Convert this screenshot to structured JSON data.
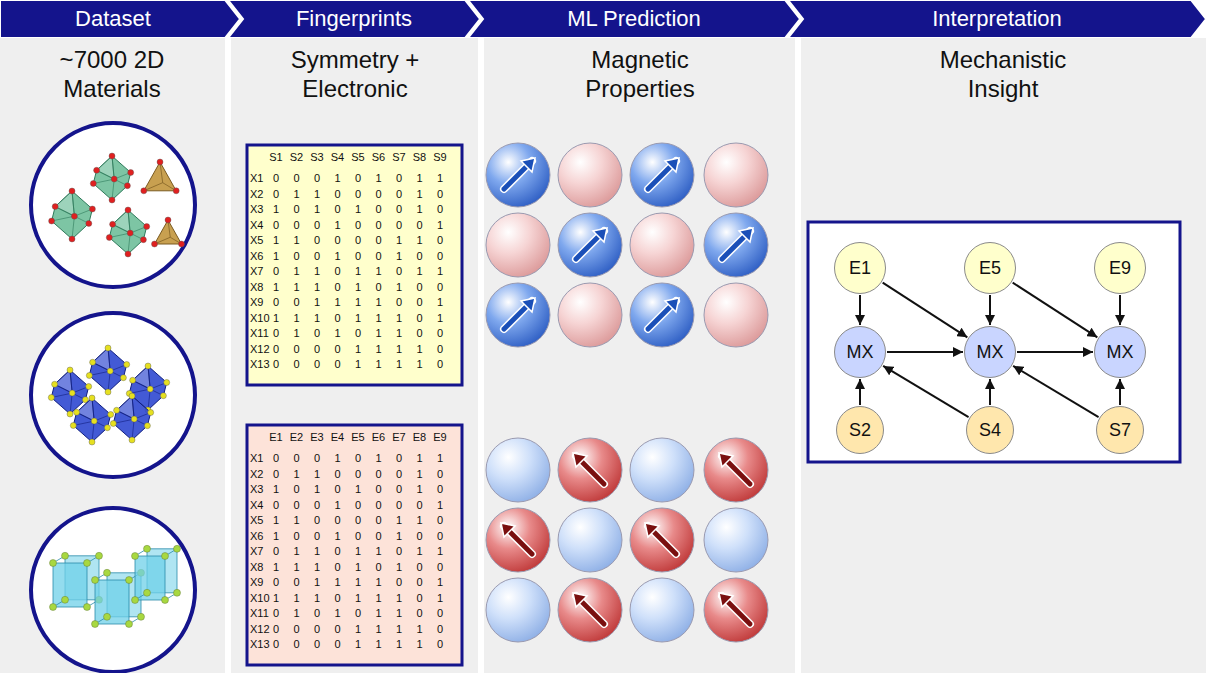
{
  "diagram": {
    "nodes": [
      {
        "text": [
          "Dataset"
        ]
      },
      {
        "text": [
          "Fingerprints"
        ]
      },
      {
        "text": [
          "ML Prediction"
        ]
      },
      {
        "text": [
          "Interpretation"
        ]
      },
      {
        "text": [
          "E1"
        ]
      },
      {
        "text": [
          "E5"
        ]
      },
      {
        "text": [
          "E9"
        ]
      },
      {
        "text": [
          "MX"
        ]
      },
      {
        "text": [
          "MX"
        ]
      },
      {
        "text": [
          "MX"
        ]
      },
      {
        "text": [
          "S2"
        ]
      },
      {
        "text": [
          "S4"
        ]
      },
      {
        "text": [
          "S7"
        ]
      }
    ],
    "edges": [
      {
        "from": 4,
        "to": 7,
        "arrow": "to"
      },
      {
        "from": 4,
        "to": 8,
        "arrow": "to"
      },
      {
        "from": 5,
        "to": 8,
        "arrow": "to"
      },
      {
        "from": 5,
        "to": 9,
        "arrow": "to"
      },
      {
        "from": 6,
        "to": 9,
        "arrow": "to"
      },
      {
        "from": 7,
        "to": 8,
        "arrow": "to"
      },
      {
        "from": 8,
        "to": 9,
        "arrow": "to"
      },
      {
        "from": 10,
        "to": 7,
        "arrow": "to"
      },
      {
        "from": 11,
        "to": 7,
        "arrow": "to"
      },
      {
        "from": 11,
        "to": 8,
        "arrow": "to"
      },
      {
        "from": 12,
        "to": 8,
        "arrow": "to"
      },
      {
        "from": 12,
        "to": 9,
        "arrow": "to"
      }
    ],
    "labels": [
      "~7000 2D Materials",
      "Symmetry + Electronic",
      "S1",
      "S2",
      "S3",
      "S4",
      "S5",
      "S6",
      "S7",
      "S8",
      "S9",
      "X1",
      "0",
      "0",
      "0",
      "1",
      "0",
      "1",
      "0",
      "1",
      "1",
      "X2",
      "0",
      "1",
      "1",
      "0",
      "0",
      "0",
      "0",
      "1",
      "0",
      "X3",
      "1",
      "0",
      "1",
      "0",
      "1",
      "0",
      "0",
      "1",
      "0",
      "X4",
      "0",
      "0",
      "0",
      "1",
      "0",
      "0",
      "0",
      "0",
      "1",
      "X5",
      "1",
      "1",
      "0",
      "0",
      "0",
      "0",
      "1",
      "1",
      "0",
      "X6",
      "1",
      "0",
      "0",
      "1",
      "0",
      "0",
      "1",
      "0",
      "0",
      "X7",
      "0",
      "1",
      "1",
      "0",
      "1",
      "1",
      "0",
      "1",
      "1",
      "X8",
      "1",
      "1",
      "1",
      "0",
      "1",
      "0",
      "1",
      "0",
      "0",
      "X9",
      "0",
      "0",
      "1",
      "1",
      "1",
      "1",
      "0",
      "0",
      "1",
      "X10",
      "1",
      "1",
      "1",
      "0",
      "1",
      "1",
      "1",
      "0",
      "1",
      "X11",
      "0",
      "1",
      "0",
      "1",
      "0",
      "1",
      "1",
      "0",
      "0",
      "X12",
      "0",
      "0",
      "0",
      "0",
      "1",
      "1",
      "1",
      "1",
      "0",
      "X13",
      "0",
      "0",
      "0",
      "0",
      "1",
      "1",
      "1",
      "1",
      "0",
      "E1",
      "E2",
      "E3",
      "E4",
      "E5",
      "E6",
      "E7",
      "E8",
      "E9",
      "X1",
      "0",
      "0",
      "0",
      "1",
      "0",
      "1",
      "0",
      "1",
      "1",
      "X2",
      "0",
      "1",
      "1",
      "0",
      "0",
      "0",
      "0",
      "1",
      "0",
      "X3",
      "1",
      "0",
      "1",
      "0",
      "1",
      "0",
      "0",
      "1",
      "0",
      "X4",
      "0",
      "0",
      "0",
      "1",
      "0",
      "0",
      "0",
      "0",
      "1",
      "X5",
      "1",
      "1",
      "0",
      "0",
      "0",
      "0",
      "1",
      "1",
      "0",
      "X6",
      "1",
      "0",
      "0",
      "1",
      "0",
      "0",
      "1",
      "0",
      "0",
      "X7",
      "0",
      "1",
      "1",
      "0",
      "1",
      "1",
      "0",
      "1",
      "1",
      "X8",
      "1",
      "1",
      "1",
      "0",
      "1",
      "0",
      "1",
      "0",
      "0",
      "X9",
      "0",
      "0",
      "1",
      "1",
      "1",
      "1",
      "0",
      "0",
      "1",
      "X10",
      "1",
      "1",
      "1",
      "0",
      "1",
      "1",
      "1",
      "0",
      "1",
      "X11",
      "0",
      "1",
      "0",
      "1",
      "0",
      "1",
      "1",
      "0",
      "0",
      "X12",
      "0",
      "0",
      "0",
      "0",
      "1",
      "1",
      "1",
      "1",
      "0",
      "X13",
      "0",
      "0",
      "0",
      "0",
      "1",
      "1",
      "1",
      "1",
      "0",
      "Magnetic Properties",
      "Mechanistic Insight"
    ]
  }
}
